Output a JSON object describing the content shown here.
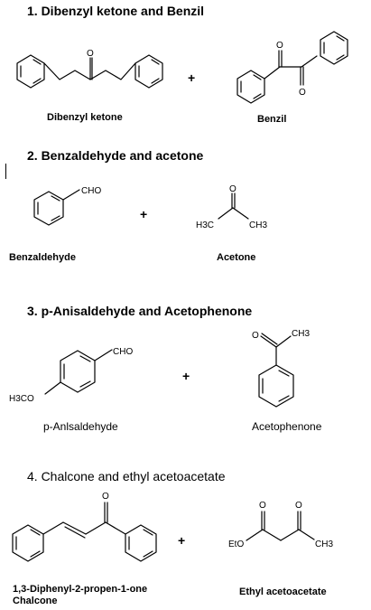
{
  "sections": [
    {
      "heading": "1.  Dibenzyl ketone and Benzil",
      "left_label": "Dibenzyl ketone",
      "right_label": "Benzil",
      "plus": "+"
    },
    {
      "heading": "2.  Benzaldehyde and acetone",
      "left_label": "Benzaldehyde",
      "right_label": "Acetone",
      "plus": "+"
    },
    {
      "heading": "3.  p-Anisaldehyde and Acetophenone",
      "left_label": "p-Anlsaldehyde",
      "right_label": "Acetophenone",
      "plus": "+"
    },
    {
      "heading": "4.  Chalcone and ethyl acetoacetate",
      "left_label_line1": "1,3-Diphenyl-2-propen-1-one",
      "left_label_line2": "Chalcone",
      "right_label": "Ethyl acetoacetate",
      "plus": "+"
    }
  ],
  "atoms": {
    "o": "O",
    "cho": "CHO",
    "h3c": "H3C",
    "ch3": "CH3",
    "h3co": "H3CO",
    "eto": "EtO"
  }
}
